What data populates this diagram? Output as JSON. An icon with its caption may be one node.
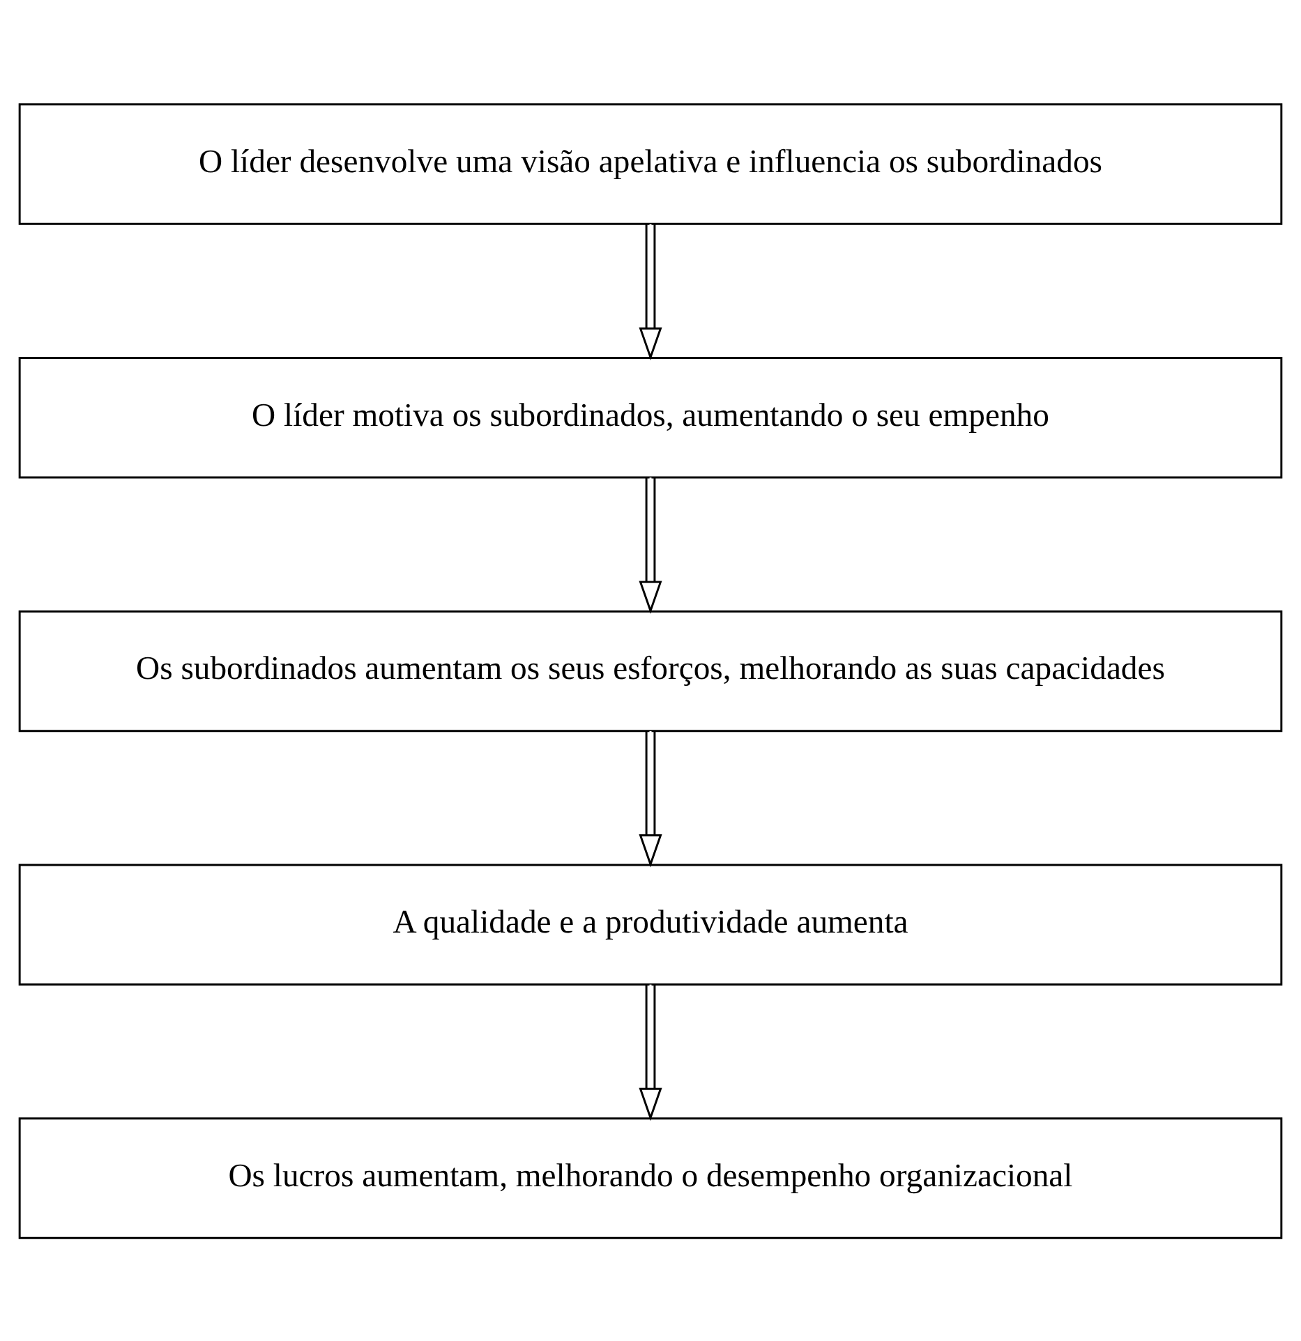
{
  "diagram": {
    "nodes": [
      {
        "text": [
          "O líder desenvolve uma visão apelativa e influencia os subordinados"
        ]
      },
      {
        "text": [
          "O líder motiva os subordinados, aumentando o seu empenho"
        ]
      },
      {
        "text": [
          "Os subordinados aumentam os seus esforços, melhorando as suas capacidades"
        ]
      },
      {
        "text": [
          "A qualidade e a produtividade aumenta"
        ]
      },
      {
        "text": [
          "Os lucros aumentam, melhorando o desempenho organizacional"
        ]
      }
    ],
    "edges": [
      {
        "from": 0,
        "to": 1,
        "arrow": "to"
      },
      {
        "from": 1,
        "to": 2,
        "arrow": "to"
      },
      {
        "from": 2,
        "to": 3,
        "arrow": "to"
      },
      {
        "from": 3,
        "to": 4,
        "arrow": "to"
      }
    ]
  }
}
